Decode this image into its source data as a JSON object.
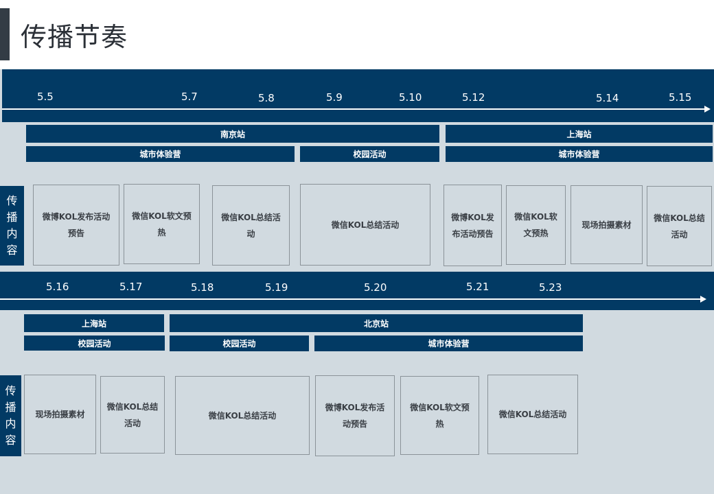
{
  "title": "传播节奏",
  "side_label": [
    "传",
    "播",
    "内",
    "容"
  ],
  "row1": {
    "dates": [
      "5.5",
      "5.7",
      "5.8",
      "5.9",
      "5.10",
      "5.12",
      "5.14",
      "5.15"
    ],
    "stations": [
      "南京站",
      "上海站"
    ],
    "activities": [
      "城市体验营",
      "校园活动",
      "城市体验营"
    ],
    "boxes": [
      "微博KOL发布活动预告",
      "微信KOL软文预热",
      "微信KOL总结活动",
      "微信KOL总结活动",
      "微博KOL发布活动预告",
      "微信KOL软文预热",
      "现场拍摄素材",
      "微信KOL总结活动"
    ]
  },
  "row2": {
    "dates": [
      "5.16",
      "5.17",
      "5.18",
      "5.19",
      "5.20",
      "5.21",
      "5.23"
    ],
    "stations": [
      "上海站",
      "北京站"
    ],
    "activities": [
      "校园活动",
      "校园活动",
      "城市体验营"
    ],
    "boxes": [
      "现场拍摄素材",
      "微信KOL总结活动",
      "微信KOL总结活动",
      "微博KOL发布活动预告",
      "微信KOL软文预热",
      "微信KOL总结活动"
    ]
  }
}
